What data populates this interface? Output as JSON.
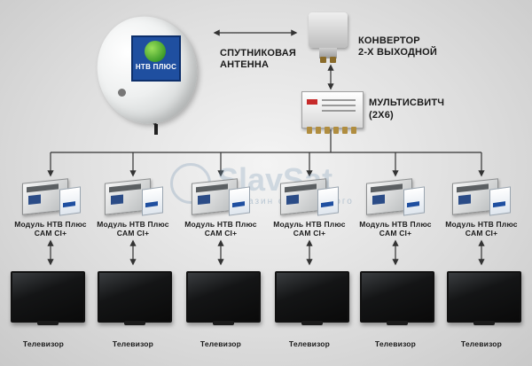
{
  "labels": {
    "dish_logo": "НТВ ПЛЮС",
    "antenna_line1": "СПУТНИКОВАЯ",
    "antenna_line2": "АНТЕННА",
    "converter_line1": "КОНВЕРТОР",
    "converter_line2": "2-Х ВЫХОДНОЙ",
    "multiswitch_line1": "МУЛЬТИСВИТЧ",
    "multiswitch_line2": "(2Х6)"
  },
  "watermark": {
    "brand": "SlavSat",
    "tagline": "азин спутникового"
  },
  "branches": [
    {
      "module_line1": "Модуль НТВ Плюс",
      "module_line2": "CAM CI+",
      "tv_label": "Телевизор"
    },
    {
      "module_line1": "Модуль НТВ Плюс",
      "module_line2": "CAM CI+",
      "tv_label": "Телевизор"
    },
    {
      "module_line1": "Модуль НТВ Плюс",
      "module_line2": "CAM CI+",
      "tv_label": "Телевизор"
    },
    {
      "module_line1": "Модуль НТВ Плюс",
      "module_line2": "CAM CI+",
      "tv_label": "Телевизор"
    },
    {
      "module_line1": "Модуль НТВ Плюс",
      "module_line2": "CAM CI+",
      "tv_label": "Телевизор"
    },
    {
      "module_line1": "Модуль НТВ Плюс",
      "module_line2": "CAM CI+",
      "tv_label": "Телевизор"
    }
  ],
  "colors": {
    "line": "#333333",
    "logo_blue": "#1f4fa0",
    "logo_green": "#3f9d2b"
  }
}
